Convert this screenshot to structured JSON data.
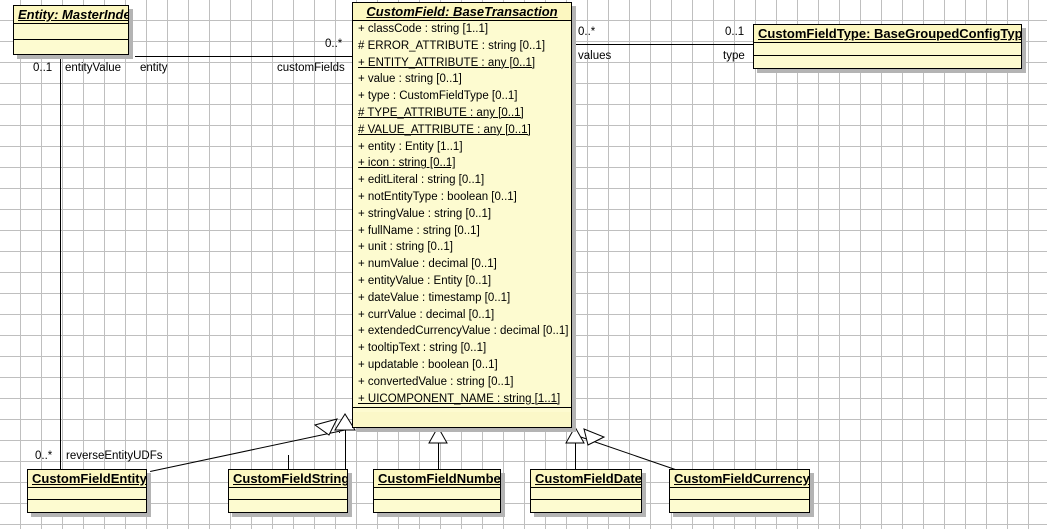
{
  "diagram": {
    "kind": "uml-class-diagram",
    "background": "#ffffff",
    "grid_color": "#bfbfbf",
    "class_fill": "#fdfbd0",
    "class_header_fill": "#fcf7c0",
    "border_color": "#000000",
    "shadow_color": "#b4b4b4"
  },
  "classes": {
    "entity": {
      "title": "Entity: MasterIndex",
      "abstract": true,
      "attributes": []
    },
    "customfield": {
      "title": "CustomField: BaseTransaction",
      "abstract": true,
      "attributes": [
        {
          "text": "+ classCode : string [1..1]",
          "static": false
        },
        {
          "text": "# ERROR_ATTRIBUTE : string [0..1]",
          "static": false
        },
        {
          "text": "+ ENTITY_ATTRIBUTE : any [0..1]",
          "static": true
        },
        {
          "text": "+ value : string [0..1]",
          "static": false
        },
        {
          "text": "+ type : CustomFieldType [0..1]",
          "static": false
        },
        {
          "text": "# TYPE_ATTRIBUTE : any [0..1]",
          "static": true
        },
        {
          "text": "# VALUE_ATTRIBUTE : any [0..1]",
          "static": true
        },
        {
          "text": "+ entity : Entity [1..1]",
          "static": false
        },
        {
          "text": "+ icon : string [0..1]",
          "static": true
        },
        {
          "text": "+ editLiteral : string [0..1]",
          "static": false
        },
        {
          "text": "+ notEntityType : boolean [0..1]",
          "static": false
        },
        {
          "text": "+ stringValue : string [0..1]",
          "static": false
        },
        {
          "text": "+ fullName : string [0..1]",
          "static": false
        },
        {
          "text": "+ unit : string [0..1]",
          "static": false
        },
        {
          "text": "+ numValue : decimal [0..1]",
          "static": false
        },
        {
          "text": "+ entityValue : Entity [0..1]",
          "static": false
        },
        {
          "text": "+ dateValue : timestamp [0..1]",
          "static": false
        },
        {
          "text": "+ currValue : decimal [0..1]",
          "static": false
        },
        {
          "text": "+ extendedCurrencyValue : decimal [0..1]",
          "static": false
        },
        {
          "text": "+ tooltipText : string [0..1]",
          "static": false
        },
        {
          "text": "+ updatable : boolean [0..1]",
          "static": false
        },
        {
          "text": "+ convertedValue : string [0..1]",
          "static": false
        },
        {
          "text": "+ UICOMPONENT_NAME : string [1..1]",
          "static": true
        }
      ]
    },
    "customfieldtype": {
      "title": "CustomFieldType: BaseGroupedConfigType",
      "abstract": false,
      "attributes": []
    },
    "customfieldentity": {
      "title": "CustomFieldEntity",
      "abstract": false,
      "attributes": []
    },
    "customfieldstring": {
      "title": "CustomFieldString",
      "abstract": false,
      "attributes": []
    },
    "customfieldnumber": {
      "title": "CustomFieldNumber",
      "abstract": false,
      "attributes": []
    },
    "customfielddate": {
      "title": "CustomFieldDate",
      "abstract": false,
      "attributes": []
    },
    "customfieldcurrency": {
      "title": "CustomFieldCurrency",
      "abstract": false,
      "attributes": []
    }
  },
  "associations": [
    {
      "id": "entity-customfields",
      "source_multiplicity": "0..1",
      "source_role": "entityValue",
      "target_multiplicity": "0..*",
      "target_role": "customFields",
      "mid_role": "entity"
    },
    {
      "id": "customfield-type",
      "source_multiplicity": "0..*",
      "source_role": "values",
      "target_multiplicity": "0..1",
      "target_role": "type"
    },
    {
      "id": "entity-reverse",
      "source_multiplicity": "0..*",
      "source_role": "reverseEntityUDFs"
    }
  ],
  "labels": {
    "mult_0_1_left": "0..1",
    "role_entityValue": "entityValue",
    "role_entity": "entity",
    "role_customFields": "customFields",
    "mult_0_star_top": "0..*",
    "mult_0_star_right": "0..*",
    "role_values": "values",
    "mult_0_1_right": "0..1",
    "role_type": "type",
    "mult_0_star_bottom": "0..*",
    "role_reverseEntityUDFs": "reverseEntityUDFs"
  },
  "generalizations": [
    {
      "child": "CustomFieldEntity",
      "parent": "CustomField: BaseTransaction"
    },
    {
      "child": "CustomFieldString",
      "parent": "CustomField: BaseTransaction"
    },
    {
      "child": "CustomFieldNumber",
      "parent": "CustomField: BaseTransaction"
    },
    {
      "child": "CustomFieldDate",
      "parent": "CustomField: BaseTransaction"
    },
    {
      "child": "CustomFieldCurrency",
      "parent": "CustomField: BaseTransaction"
    }
  ]
}
